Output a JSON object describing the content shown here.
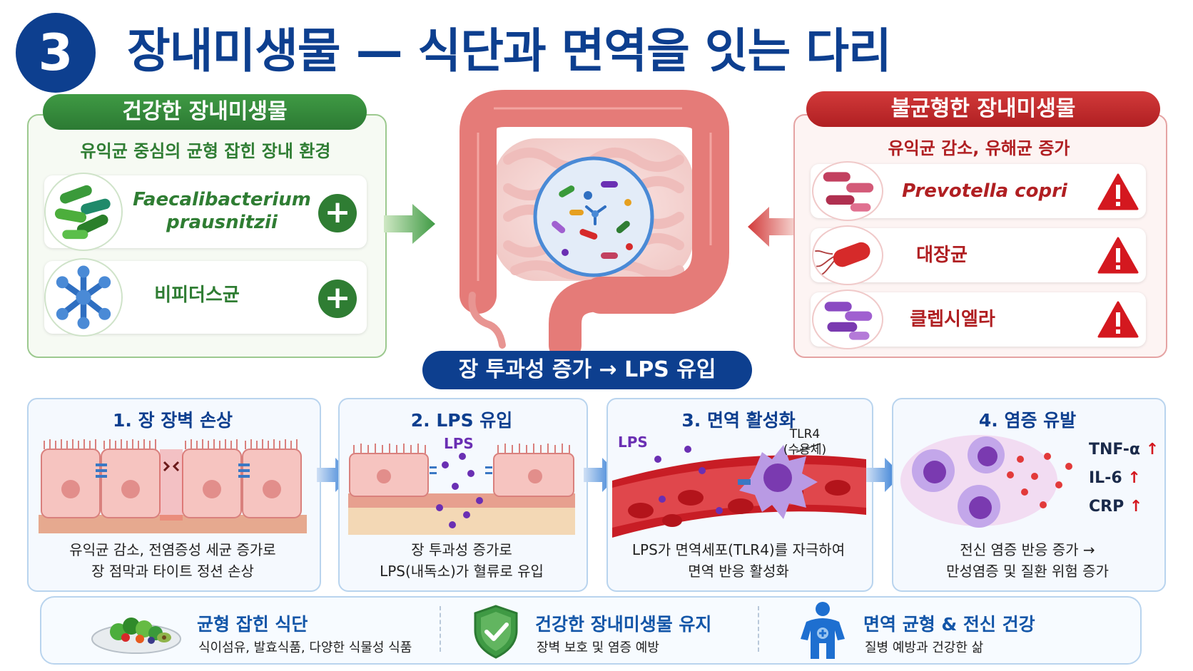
{
  "header": {
    "number": "3",
    "title": "장내미생물 — 식단과 면역을 잇는 다리"
  },
  "healthy": {
    "title": "건강한 장내미생물",
    "subtitle": "유익균 중심의 균형 잡힌 장내 환경",
    "items": [
      {
        "name_line1": "Faecalibacterium",
        "name_line2": "prausnitzii",
        "icon": "plus-icon"
      },
      {
        "name": "비피더스균",
        "icon": "plus-icon"
      }
    ],
    "color": "#2f7d33"
  },
  "unhealthy": {
    "title": "불균형한 장내미생물",
    "subtitle": "유익균 감소, 유해균 증가",
    "items": [
      {
        "name": "Prevotella copri",
        "icon": "warning-icon"
      },
      {
        "name": "대장균",
        "icon": "warning-icon"
      },
      {
        "name": "클렙시엘라",
        "icon": "warning-icon"
      }
    ],
    "color": "#b01f22"
  },
  "banner": "장 투과성 증가 → LPS 유입",
  "steps": [
    {
      "title": "1. 장 장벽 손상",
      "desc1": "유익균 감소, 전염증성 세균 증가로",
      "desc2": "장 점막과 타이트 정션 손상"
    },
    {
      "title": "2. LPS 유입",
      "label": "LPS",
      "desc1": "장 투과성 증가로",
      "desc2": "LPS(내독소)가 혈류로 유입"
    },
    {
      "title": "3. 면역 활성화",
      "label": "LPS",
      "receptor1": "TLR4",
      "receptor2": "(수용체)",
      "desc1": "LPS가 면역세포(TLR4)를 자극하여",
      "desc2": "면역 반응 활성화"
    },
    {
      "title": "4. 염증 유발",
      "markers": [
        "TNF-α",
        "IL-6",
        "CRP"
      ],
      "desc1": "전신 염증 반응 증가 →",
      "desc2": "만성염증 및 질환 위험 증가"
    }
  ],
  "bottom": [
    {
      "title": "균형 잡힌 식단",
      "desc": "식이섬유, 발효식품, 다양한 식물성 식품",
      "icon": "salad-icon"
    },
    {
      "title": "건강한 장내미생물 유지",
      "desc": "장벽 보호 및 염증 예방",
      "icon": "shield-check-icon"
    },
    {
      "title": "면역 균형 & 전신 건강",
      "desc": "질병 예방과 건강한 삶",
      "icon": "person-health-icon"
    }
  ],
  "colors": {
    "navy": "#0d3f8f",
    "green": "#2f7d33",
    "red": "#b01f22",
    "purple": "#6a2fb3"
  }
}
